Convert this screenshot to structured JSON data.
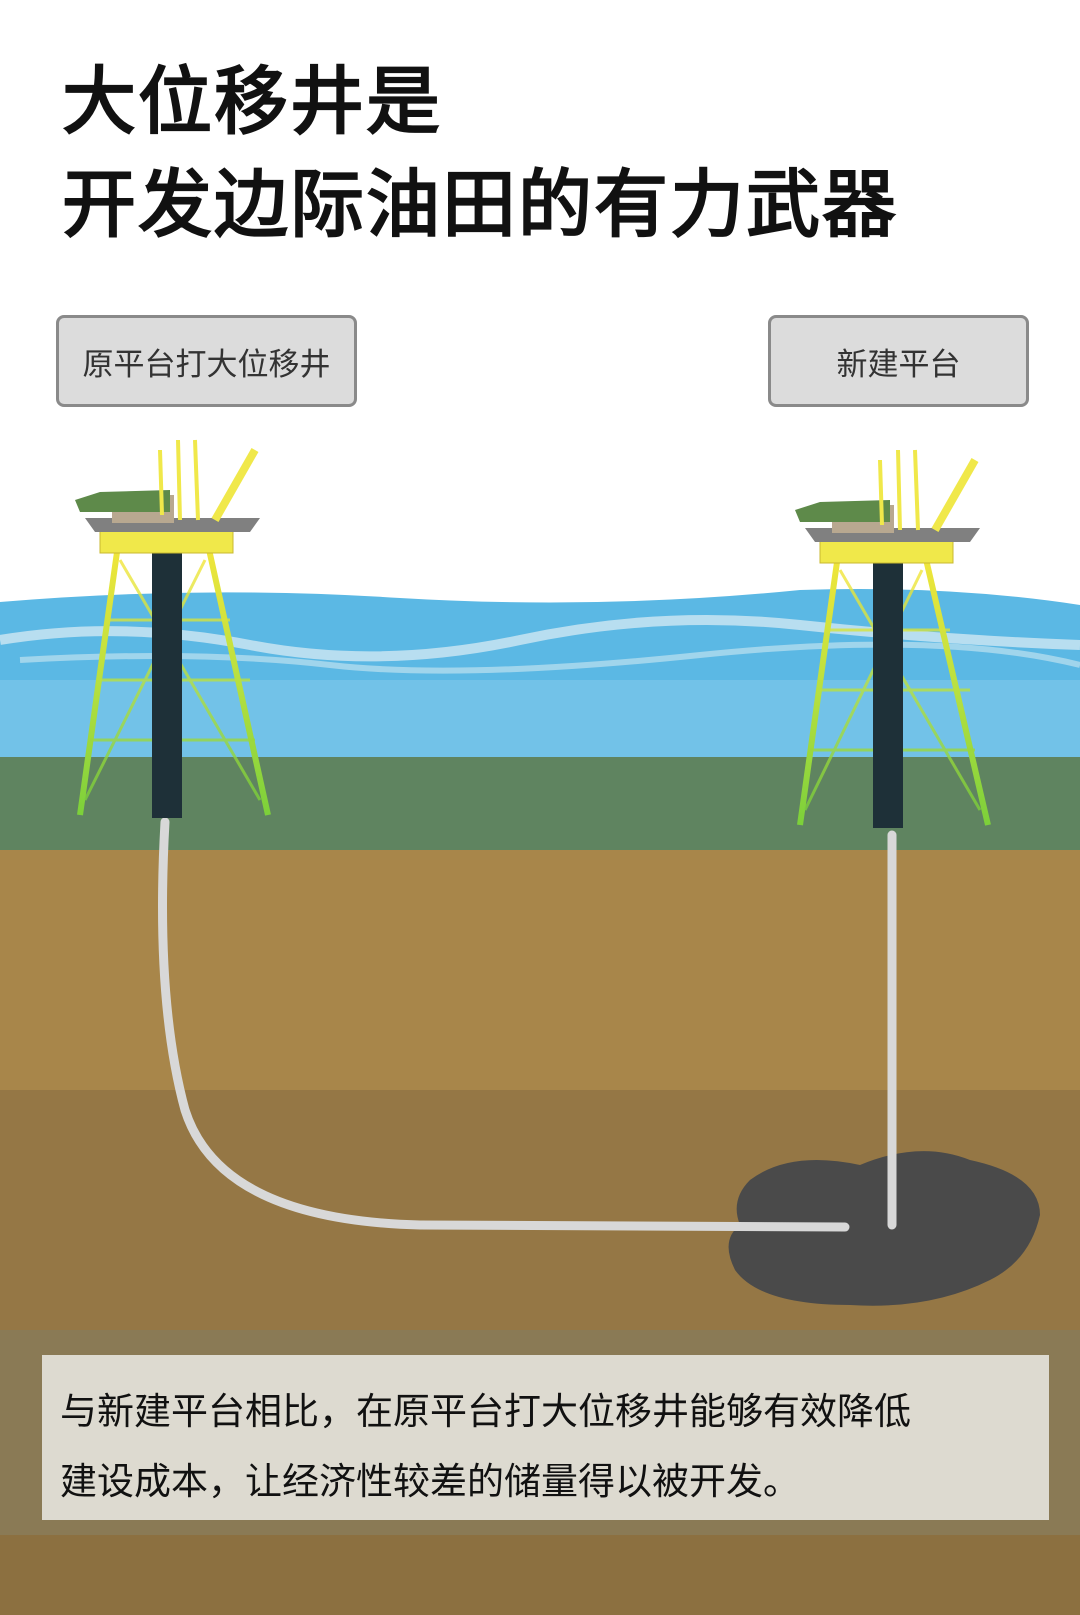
{
  "title": {
    "line1": "大位移井是",
    "line2": "开发边际油田的有力武器"
  },
  "buttons": {
    "left": "原平台打大位移井",
    "right": "新建平台"
  },
  "caption": {
    "line1": "与新建平台相比，在原平台打大位移井能够有效降低",
    "line2": "建设成本，让经济性较差的储量得以被开发。"
  },
  "colors": {
    "sea": "#5bb8e4",
    "seabed": "#5f8460",
    "soil_light": "#a8864a",
    "soil_dark": "#8c7040",
    "oil": "#4a4a4a",
    "well": "#d8d8d8",
    "jacket": "#c8e83a"
  }
}
